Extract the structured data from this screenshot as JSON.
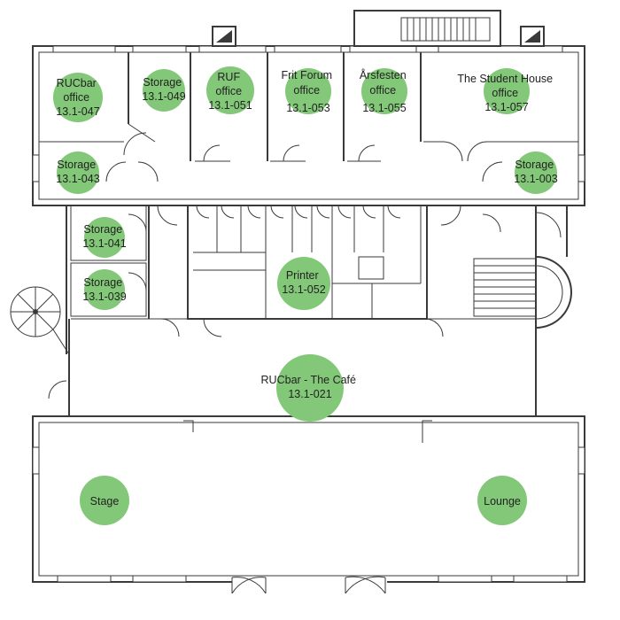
{
  "rooms": [
    {
      "id": "rucbar-office",
      "lines": [
        "RUCbar",
        "office",
        "13.1-047"
      ]
    },
    {
      "id": "storage-049",
      "lines": [
        "Storage",
        "13.1-049"
      ]
    },
    {
      "id": "ruf-office",
      "lines": [
        "RUF",
        "office",
        "13.1-051"
      ]
    },
    {
      "id": "frit-forum",
      "lines": [
        "Frit Forum",
        "office",
        "13.1-053"
      ]
    },
    {
      "id": "arsfesten",
      "lines": [
        "Årsfesten",
        "office",
        "13.1-055"
      ]
    },
    {
      "id": "student-house",
      "lines": [
        "The Student House",
        "office",
        "13.1-057"
      ]
    },
    {
      "id": "storage-043",
      "lines": [
        "Storage",
        "13.1-043"
      ]
    },
    {
      "id": "storage-003",
      "lines": [
        "Storage",
        "13.1-003"
      ]
    },
    {
      "id": "storage-041",
      "lines": [
        "Storage",
        "13.1-041"
      ]
    },
    {
      "id": "storage-039",
      "lines": [
        "Storage",
        "13.1-039"
      ]
    },
    {
      "id": "printer",
      "lines": [
        "Printer",
        "13.1-052"
      ]
    },
    {
      "id": "cafe",
      "lines": [
        "RUCbar - The Café",
        "13.1-021"
      ]
    },
    {
      "id": "stage",
      "lines": [
        "Stage"
      ]
    },
    {
      "id": "lounge",
      "lines": [
        "Lounge"
      ]
    }
  ],
  "colors": {
    "marker": "#83c878",
    "wall": "#3a3a3a"
  }
}
